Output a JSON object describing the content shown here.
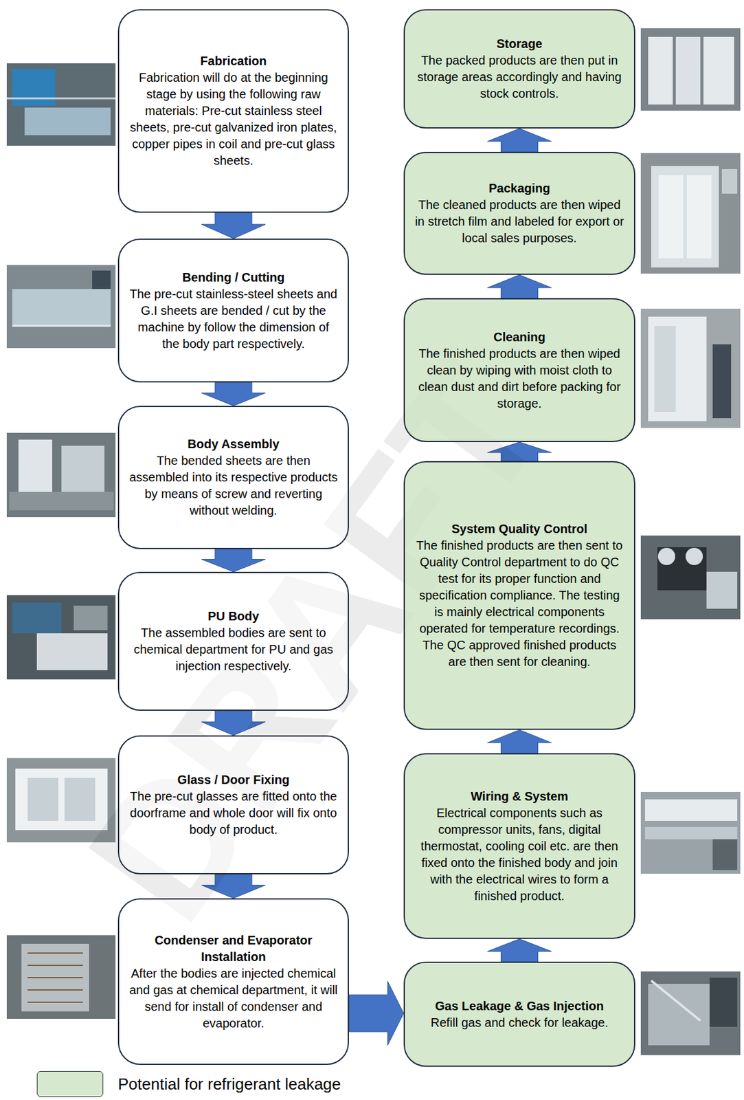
{
  "diagram": {
    "nodes": [
      {
        "text": [
          "Fabrication",
          "Fabrication will do at the beginning stage by using the following raw materials: Pre-cut stainless steel sheets, pre-cut galvanized iron plates, copper pipes in coil and pre-cut glass sheets."
        ]
      },
      {
        "text": [
          "Bending / Cutting",
          "The pre-cut stainless-steel sheets and G.I sheets are bended / cut by the machine by follow the dimension of the body part respectively."
        ]
      },
      {
        "text": [
          "Body Assembly",
          "The bended sheets are then assembled into its respective products by means of screw and reverting without welding."
        ]
      },
      {
        "text": [
          "PU Body",
          "The assembled bodies are sent to chemical department for PU and gas injection respectively."
        ]
      },
      {
        "text": [
          "Glass / Door Fixing",
          "The pre-cut glasses are fitted onto the doorframe and whole door will fix onto body of product."
        ]
      },
      {
        "text": [
          "Condenser and Evaporator Installation",
          "After the bodies are injected chemical and gas at chemical department, it will send for install of condenser and evaporator."
        ]
      },
      {
        "text": [
          "Gas Leakage & Gas Injection",
          "Refill gas and check for leakage."
        ]
      },
      {
        "text": [
          "Wiring & System",
          "Electrical components such as compressor units, fans, digital thermostat, cooling coil etc. are then fixed onto the finished body and join with the electrical wires to form a finished product."
        ]
      },
      {
        "text": [
          "System Quality Control",
          "The finished products are then sent to Quality Control department to do QC test for its proper function and specification compliance. The testing is mainly electrical components operated for temperature recordings. The QC approved finished products are then sent for cleaning."
        ]
      },
      {
        "text": [
          "Cleaning",
          "The finished products are then wiped clean by wiping with moist cloth to clean dust and dirt before packing for storage."
        ]
      },
      {
        "text": [
          "Packaging",
          "The cleaned products are then wiped in stretch film and labeled for export or local sales purposes."
        ]
      },
      {
        "text": [
          "Storage",
          "The packed products are then put in storage areas accordingly and having stock controls."
        ]
      }
    ],
    "edges": [
      {
        "from": 0,
        "to": 1,
        "arrow": "to"
      },
      {
        "from": 1,
        "to": 2,
        "arrow": "to"
      },
      {
        "from": 2,
        "to": 3,
        "arrow": "to"
      },
      {
        "from": 3,
        "to": 4,
        "arrow": "to"
      },
      {
        "from": 4,
        "to": 5,
        "arrow": "to"
      },
      {
        "from": 5,
        "to": 6,
        "arrow": "to"
      },
      {
        "from": 6,
        "to": 7,
        "arrow": "to"
      },
      {
        "from": 7,
        "to": 8,
        "arrow": "to"
      },
      {
        "from": 8,
        "to": 9,
        "arrow": "to"
      },
      {
        "from": 9,
        "to": 10,
        "arrow": "to"
      },
      {
        "from": 10,
        "to": 11,
        "arrow": "to"
      }
    ],
    "labels": [
      "DRAFT"
    ],
    "legend": [
      {
        "text": "Potential for refrigerant leakage",
        "color": "#d6e9cf"
      }
    ]
  }
}
